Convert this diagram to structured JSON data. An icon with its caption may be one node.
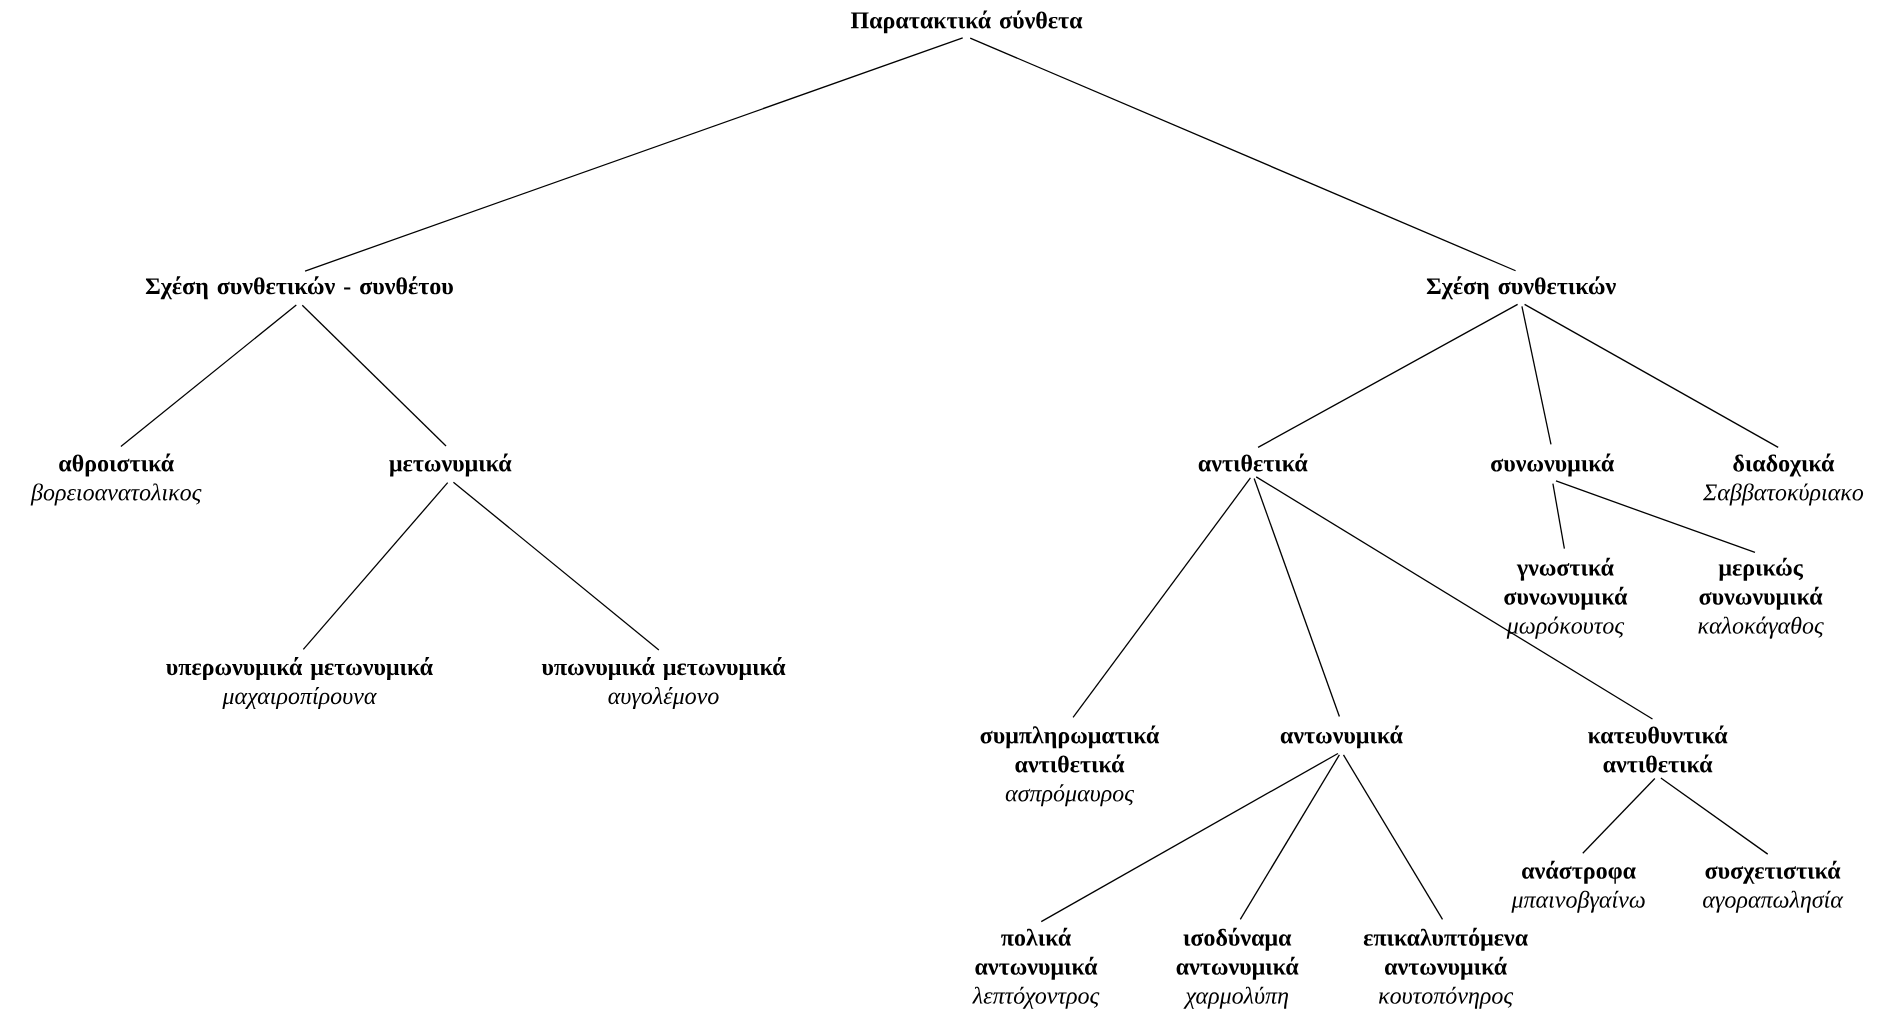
{
  "diagram": {
    "nodes": [
      {
        "text": [
          "Παρατακτικά σύνθετα"
        ]
      },
      {
        "text": [
          "Σχέση συνθετικών - συνθέτου"
        ]
      },
      {
        "text": [
          "Σχέση συνθετικών"
        ]
      },
      {
        "text": [
          "αθροιστικά",
          "βορειοανατολικος"
        ]
      },
      {
        "text": [
          "μετωνυμικά"
        ]
      },
      {
        "text": [
          "υπερωνυμικά μετωνυμικά",
          "μαχαιροπίρουνα"
        ]
      },
      {
        "text": [
          "υπωνυμικά μετωνυμικά",
          "αυγολέμονο"
        ]
      },
      {
        "text": [
          "αντιθετικά"
        ]
      },
      {
        "text": [
          "συνωνυμικά"
        ]
      },
      {
        "text": [
          "διαδοχικά",
          "Σαββατοκύριακο"
        ]
      },
      {
        "text": [
          "γνωστικά συνωνυμικά",
          "μωρόκουτος"
        ]
      },
      {
        "text": [
          "μερικώς συνωνυμικά",
          "καλοκάγαθος"
        ]
      },
      {
        "text": [
          "συμπληρωματικά αντιθετικά",
          "ασπρόμαυρος"
        ]
      },
      {
        "text": [
          "αντωνυμικά"
        ]
      },
      {
        "text": [
          "κατευθυντικά αντιθετικά"
        ]
      },
      {
        "text": [
          "πολικά αντωνυμικά",
          "λεπτόχοντρος"
        ]
      },
      {
        "text": [
          "ισοδύναμα αντωνυμικά",
          "χαρμολύπη"
        ]
      },
      {
        "text": [
          "επικαλυπτόμενα αντωνυμικά",
          "κουτοπόνηρος"
        ]
      },
      {
        "text": [
          "ανάστροφα",
          "μπαινοβγαίνω"
        ]
      },
      {
        "text": [
          "συσχετιστικά",
          "αγοραπωλησία"
        ]
      }
    ],
    "edges": [
      {
        "from": 0,
        "to": 1,
        "arrow": "none"
      },
      {
        "from": 0,
        "to": 2,
        "arrow": "none"
      },
      {
        "from": 1,
        "to": 3,
        "arrow": "none"
      },
      {
        "from": 1,
        "to": 4,
        "arrow": "none"
      },
      {
        "from": 4,
        "to": 5,
        "arrow": "none"
      },
      {
        "from": 4,
        "to": 6,
        "arrow": "none"
      },
      {
        "from": 2,
        "to": 7,
        "arrow": "none"
      },
      {
        "from": 2,
        "to": 8,
        "arrow": "none"
      },
      {
        "from": 2,
        "to": 9,
        "arrow": "none"
      },
      {
        "from": 8,
        "to": 10,
        "arrow": "none"
      },
      {
        "from": 8,
        "to": 11,
        "arrow": "none"
      },
      {
        "from": 7,
        "to": 12,
        "arrow": "none"
      },
      {
        "from": 7,
        "to": 13,
        "arrow": "none"
      },
      {
        "from": 7,
        "to": 14,
        "arrow": "none"
      },
      {
        "from": 13,
        "to": 15,
        "arrow": "none"
      },
      {
        "from": 13,
        "to": 16,
        "arrow": "none"
      },
      {
        "from": 13,
        "to": 17,
        "arrow": "none"
      },
      {
        "from": 14,
        "to": 18,
        "arrow": "none"
      },
      {
        "from": 14,
        "to": 19,
        "arrow": "none"
      }
    ]
  }
}
